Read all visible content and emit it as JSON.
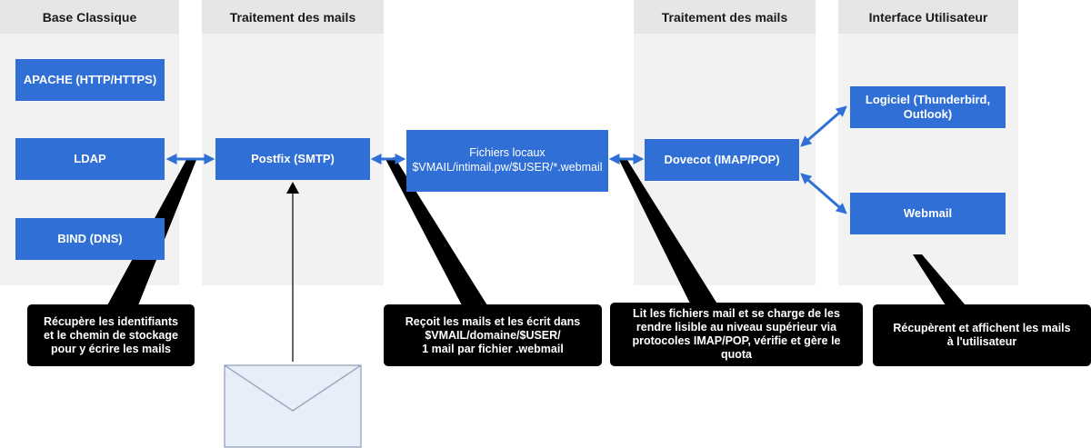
{
  "lanes": {
    "base": "Base Classique",
    "mail1": "Traitement des mails",
    "mail2": "Traitement des mails",
    "ui": "Interface Utilisateur"
  },
  "boxes": {
    "apache": "APACHE (HTTP/HTTPS)",
    "ldap": "LDAP",
    "bind": "BIND (DNS)",
    "postfix": "Postfix (SMTP)",
    "files": "Fichiers locaux\n$VMAIL/intimail.pw/$USER/*.webmail",
    "dovecot": "Dovecot (IMAP/POP)",
    "logiciel": "Logiciel (Thunderbird, Outlook)",
    "webmail": "Webmail"
  },
  "callouts": {
    "c1": "Récupère les identifiants\net le chemin de stockage\npour y écrire les mails",
    "c2": "Reçoit les mails et les écrit dans\n$VMAIL/domaine/$USER/\n1 mail par fichier .webmail",
    "c3": "Lit les fichiers mail et se charge de les\nrendre lisible au niveau supérieur via\nprotocoles IMAP/POP, vérifie et gère le\nquota",
    "c4": "Récupèrent et affichent les mails\nà l'utilisateur"
  },
  "colors": {
    "box": "#2f6fd6",
    "arrow": "#2f6fd6",
    "lane": "#f2f2f2",
    "lane_head": "#e6e6e6",
    "callout": "#000000",
    "envelope": "#e8eef8"
  },
  "icons": {
    "envelope": "envelope-icon"
  }
}
